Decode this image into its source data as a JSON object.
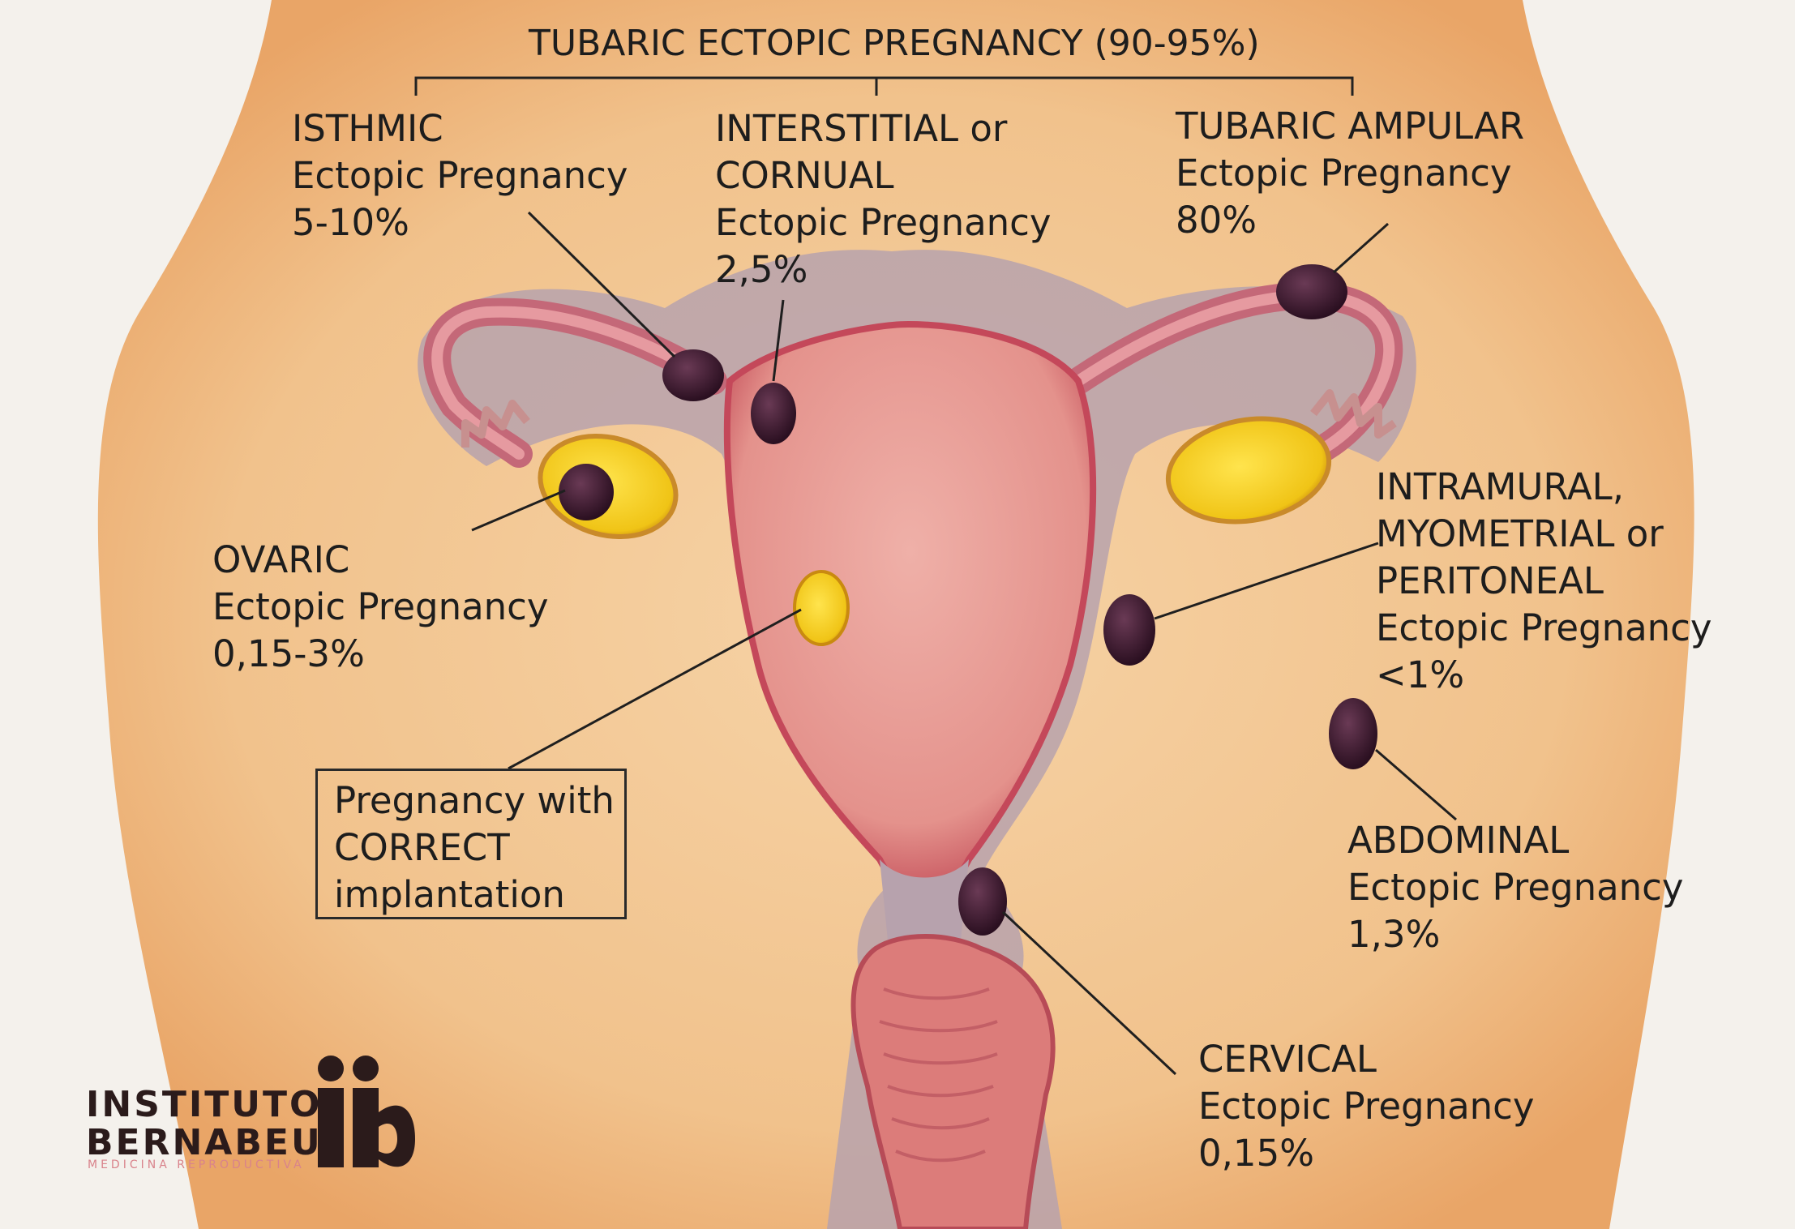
{
  "header": {
    "title": "TUBARIC ECTOPIC PREGNANCY (90-95%)"
  },
  "labels": {
    "isthmic": {
      "name": "ISTHMIC",
      "sub": "Ectopic Pregnancy",
      "pct": "5-10%"
    },
    "interstitial": {
      "name1": "INTERSTITIAL or",
      "name2": "CORNUAL",
      "sub": "Ectopic Pregnancy",
      "pct": "2,5%"
    },
    "ampular": {
      "name": "TUBARIC AMPULAR",
      "sub": "Ectopic Pregnancy",
      "pct": "80%"
    },
    "ovaric": {
      "name": "OVARIC",
      "sub": "Ectopic Pregnancy",
      "pct": "0,15-3%"
    },
    "intramural": {
      "name1": "INTRAMURAL,",
      "name2": "MYOMETRIAL or",
      "name3": "PERITONEAL",
      "sub": "Ectopic Pregnancy",
      "pct": "<1%"
    },
    "abdominal": {
      "name": "ABDOMINAL",
      "sub": "Ectopic Pregnancy",
      "pct": "1,3%"
    },
    "cervical": {
      "name": "CERVICAL",
      "sub": "Ectopic Pregnancy",
      "pct": "0,15%"
    },
    "correct": {
      "line1": "Pregnancy with",
      "line2": "CORRECT",
      "line3": "implantation"
    }
  },
  "logo": {
    "line1": "INSTITUTO",
    "line2": "BERNABEU",
    "tagline": "MEDICINA REPRODUCTIVA",
    "mark": "ib"
  },
  "colors": {
    "background": "#f4f1ec",
    "skin": "#f2c795",
    "uterus": "#e59a94",
    "tube": "#c97a86",
    "ovary": "#f2c617",
    "embryo": "#3b1a2c"
  }
}
